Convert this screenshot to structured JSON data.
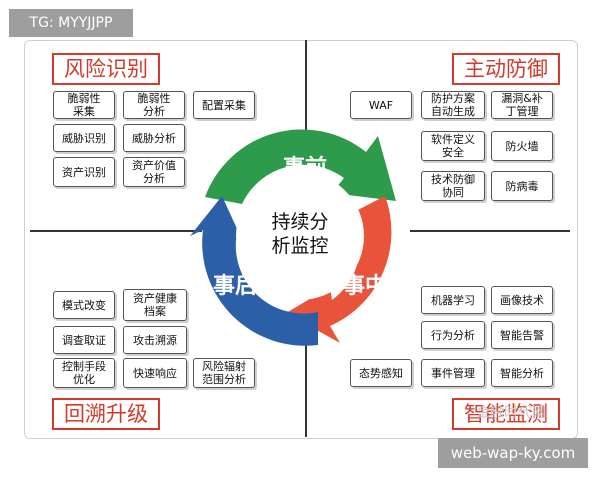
{
  "tag": "TG: MYYJJPP",
  "watermark": "web-wap-ky.com",
  "source_watermark": "金融时代网",
  "quadrants": {
    "top_left": {
      "title": "风险识别",
      "items": [
        "脆弱性\n采集",
        "脆弱性\n分析",
        "配置采集",
        "威胁识别",
        "威胁分析",
        "资产识别",
        "资产价值\n分析"
      ]
    },
    "top_right": {
      "title": "主动防御",
      "items": [
        "WAF",
        "防护方案\n自动生成",
        "漏洞&补\n丁管理",
        "软件定义\n安全",
        "防火墙",
        "技术防御\n协同",
        "防病毒"
      ]
    },
    "bottom_left": {
      "title": "回溯升级",
      "items": [
        "模式改变",
        "资产健康\n档案",
        "调查取证",
        "攻击溯源",
        "控制手段\n优化",
        "快速响应",
        "风险辐射\n范围分析"
      ]
    },
    "bottom_right": {
      "title": "智能监测",
      "items": [
        "机器学习",
        "画像技术",
        "行为分析",
        "智能告警",
        "态势感知",
        "事件管理",
        "智能分析"
      ]
    }
  },
  "cycle": {
    "center": "持续分\n析监控",
    "before": "事前",
    "during": "事中",
    "after": "事后",
    "colors": {
      "before": "#2e9a4c",
      "during": "#e8533a",
      "after": "#2b5fa8"
    }
  }
}
